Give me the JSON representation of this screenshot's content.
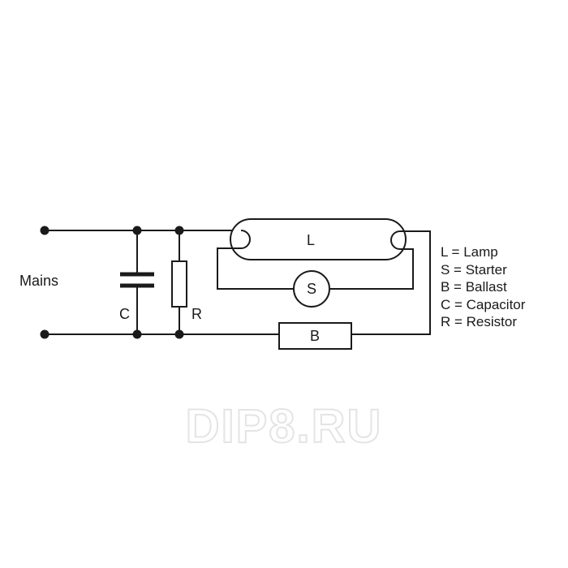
{
  "diagram": {
    "mains_label": "Mains",
    "capacitor_label": "C",
    "resistor_label": "R",
    "lamp_label": "L",
    "starter_label": "S",
    "ballast_label": "B"
  },
  "legend": [
    "L = Lamp",
    "S = Starter",
    "B = Ballast",
    "C = Capacitor",
    "R = Resistor"
  ],
  "watermark": "DIP8.RU"
}
